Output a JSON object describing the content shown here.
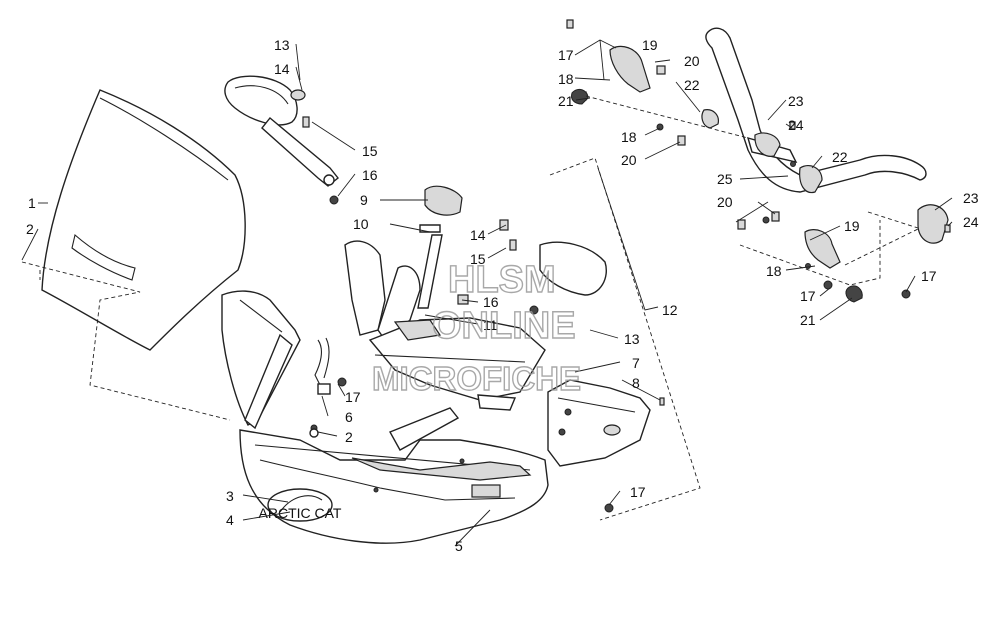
{
  "watermark": {
    "line1": "HLSM",
    "line2": "ONLINE",
    "line3": "MICROFICHE"
  },
  "callouts": {
    "c1": "1",
    "c2a": "2",
    "c2b": "2",
    "c3": "3",
    "c4": "4",
    "c5": "5",
    "c6": "6",
    "c7": "7",
    "c8": "8",
    "c9": "9",
    "c10": "10",
    "c11": "11",
    "c12": "12",
    "c13a": "13",
    "c13b": "13",
    "c14a": "14",
    "c14b": "14",
    "c15a": "15",
    "c15b": "15",
    "c16a": "16",
    "c16b": "16",
    "c17a": "17",
    "c17b": "17",
    "c17c": "17",
    "c17d": "17",
    "c17e": "17",
    "c18a": "18",
    "c18b": "18",
    "c18c": "18",
    "c19a": "19",
    "c19b": "19",
    "c20a": "20",
    "c20b": "20",
    "c20c": "20",
    "c21a": "21",
    "c21b": "21",
    "c22a": "22",
    "c22b": "22",
    "c23a": "23",
    "c23b": "23",
    "c24a": "24",
    "c24b": "24",
    "c25": "25"
  },
  "badge_text": "ARCTIC CAT"
}
